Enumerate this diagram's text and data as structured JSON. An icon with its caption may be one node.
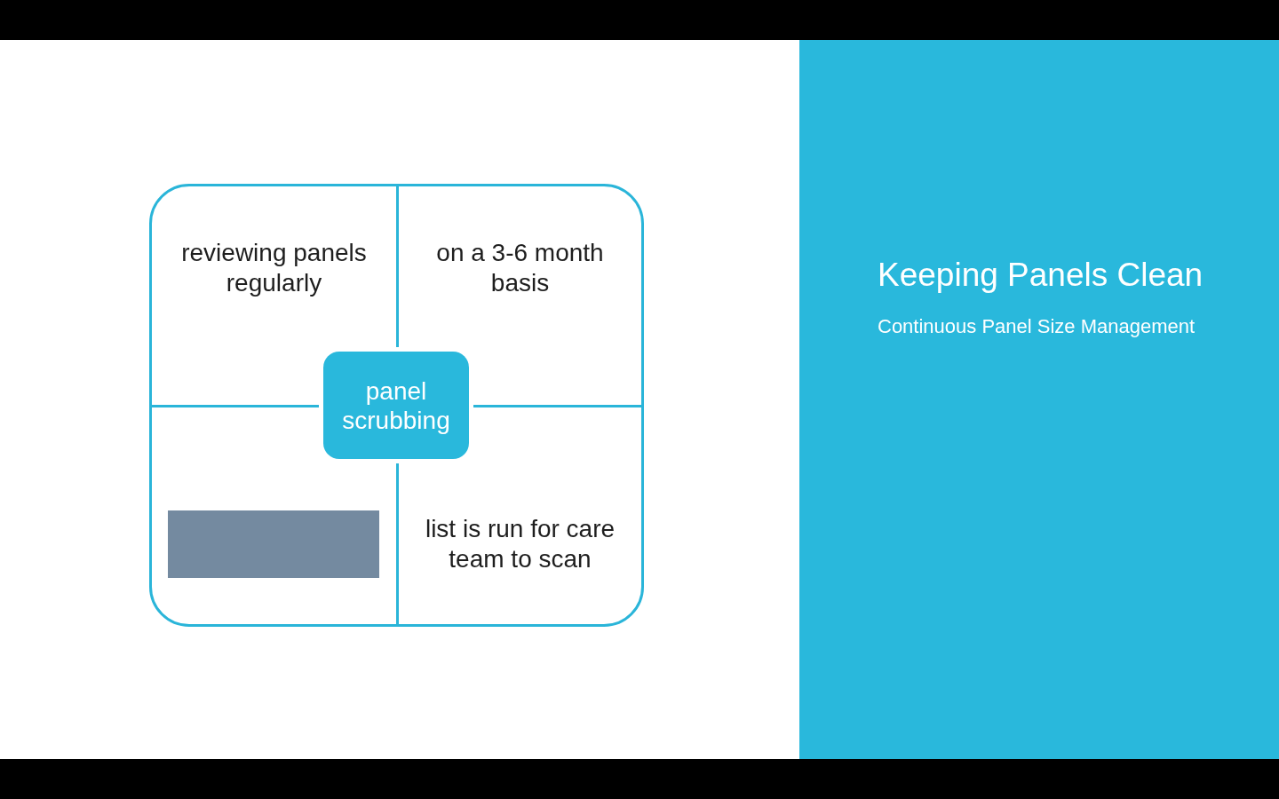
{
  "diagram": {
    "title": "Keeping Panels Clean",
    "nodes": [
      {
        "text": [
          "reviewing panels regularly"
        ]
      },
      {
        "text": [
          "on a 3-6 month basis"
        ]
      },
      {
        "text": [
          "panel scrubbing"
        ]
      },
      {
        "text": [],
        "shape": "box"
      },
      {
        "text": [],
        "shape": "box",
        "in": 3
      },
      {
        "text": [
          "list is run for care team to scan"
        ]
      }
    ],
    "labels": [
      "Continuous Panel Size Management"
    ]
  }
}
